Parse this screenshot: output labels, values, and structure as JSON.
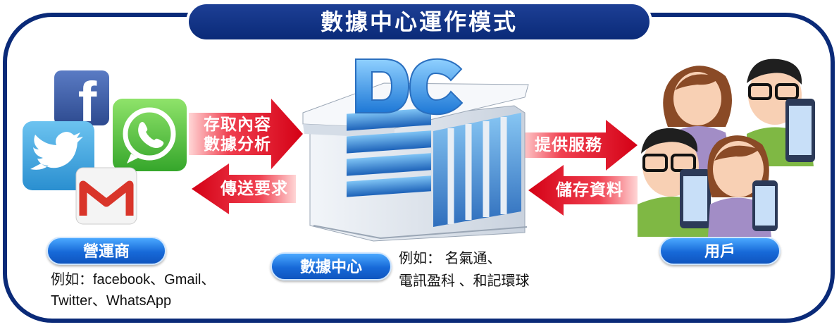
{
  "title": "數據中心運作模式",
  "operator": {
    "label": "營運商",
    "example_line1": "例如：facebook、Gmail、",
    "example_line2": "Twitter、WhatsApp"
  },
  "datacenter": {
    "label": "數據中心",
    "building_text": "DC",
    "example_line1": "例如： 名氣通、",
    "example_line2": "電訊盈科 、和記環球"
  },
  "users": {
    "label": "用戶"
  },
  "arrows": {
    "op_to_dc_line1": "存取內容",
    "op_to_dc_line2": "數據分析",
    "dc_to_op": "傳送要求",
    "dc_to_user": "提供服務",
    "user_to_dc": "儲存資料"
  },
  "icons": [
    "facebook-icon",
    "twitter-icon",
    "whatsapp-icon",
    "gmail-icon"
  ],
  "colors": {
    "frame": "#0a2a78",
    "pill": "#1769d8",
    "arrow": "#e0101e"
  }
}
